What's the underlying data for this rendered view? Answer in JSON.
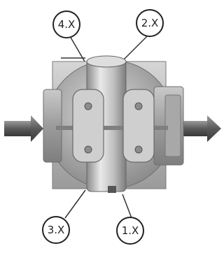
{
  "diagram": {
    "labels": {
      "top_left": "4.X",
      "top_right": "2.X",
      "bottom_left": "3.X",
      "bottom_right": "1.X"
    }
  }
}
